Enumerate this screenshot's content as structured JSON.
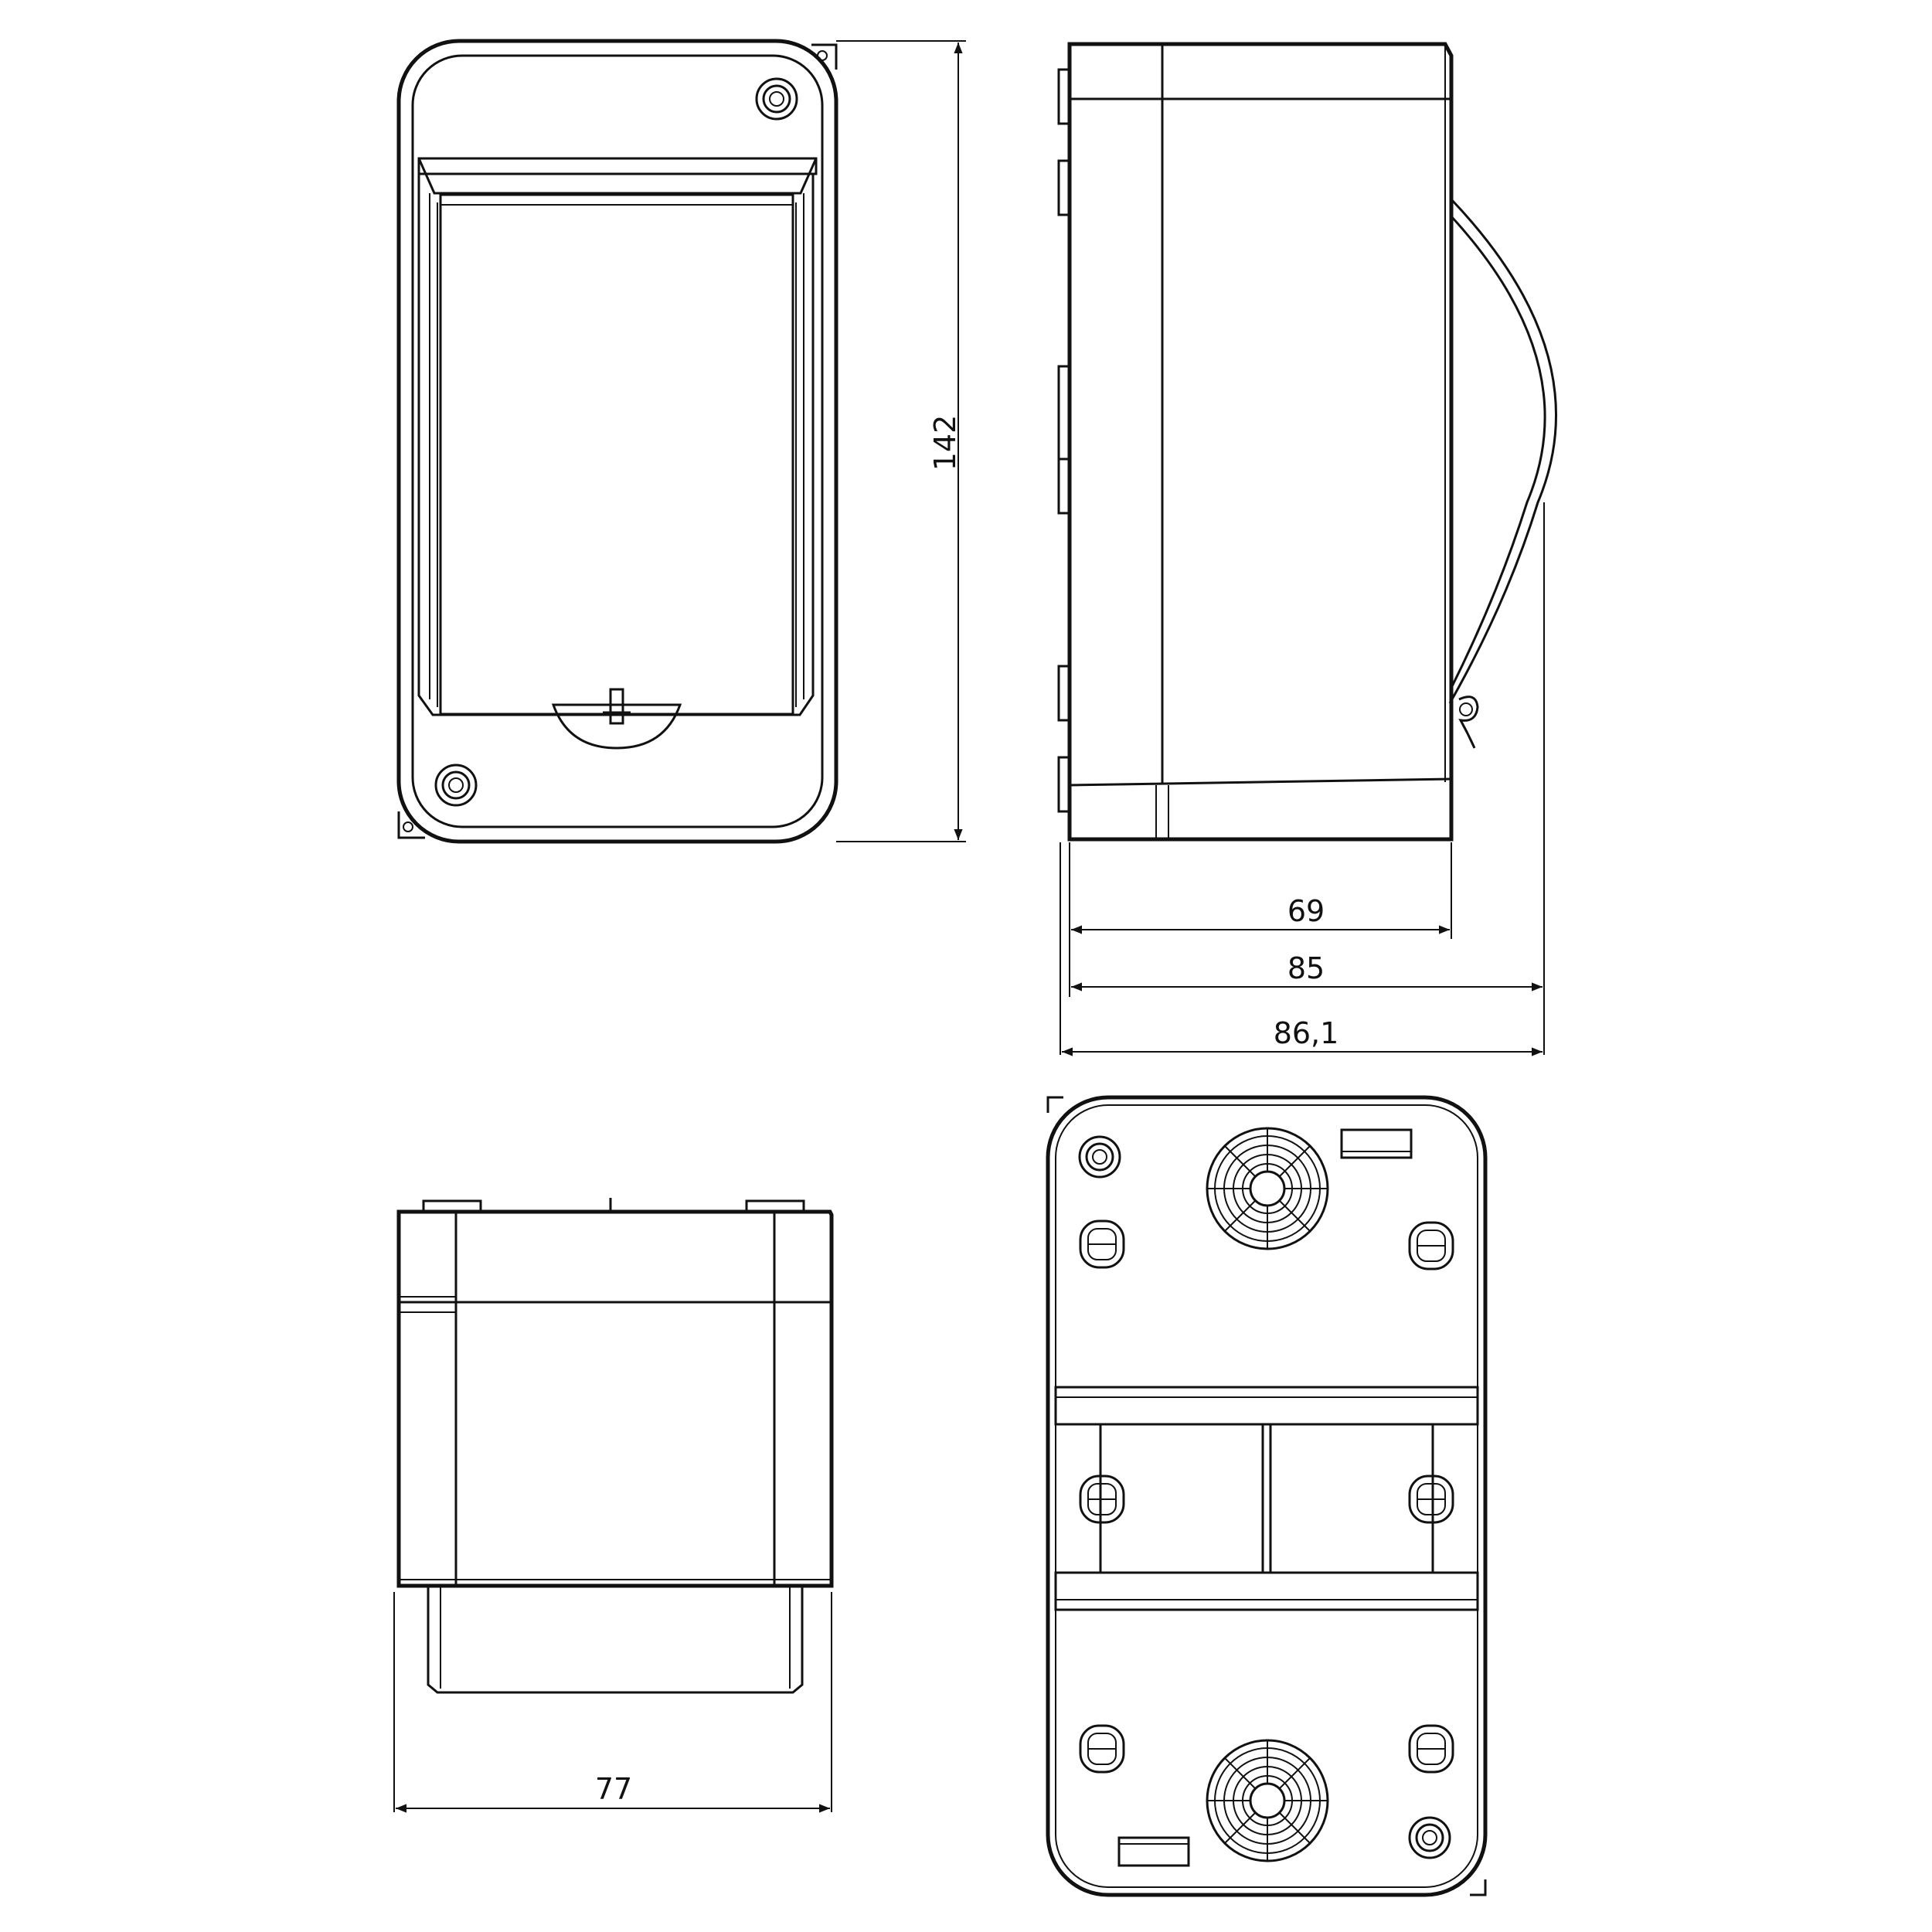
{
  "dimensions": {
    "height": "142",
    "depth_body": "69",
    "depth_with_door": "85",
    "depth_overall": "86,1",
    "width": "77"
  },
  "views": [
    "front-view",
    "side-view",
    "top-view",
    "rear-view"
  ],
  "line_color": "#111111",
  "background_color": "#ffffff"
}
